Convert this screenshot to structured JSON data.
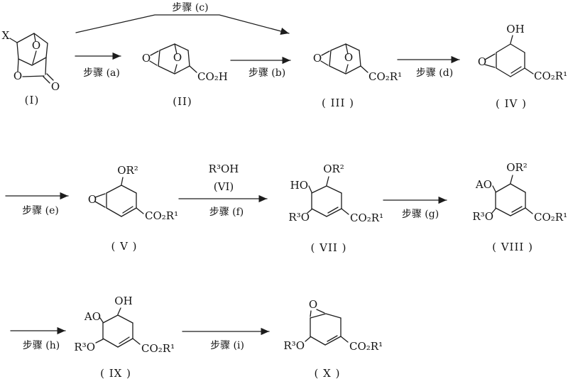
{
  "steps": {
    "a": "步骤 (a)",
    "b": "步骤 (b)",
    "c": "步骤 (c)",
    "d": "步骤 (d)",
    "e": "步骤 (e)",
    "f": "步骤 (f)",
    "g": "步骤 (g)",
    "h": "步骤 (h)",
    "i": "步骤 (i)"
  },
  "reagent": {
    "formula": "R³OH",
    "number": "(VI)"
  },
  "compounds": {
    "I": {
      "number": "(I)",
      "X": "X",
      "O_bridge": "O",
      "O_lactone": "O",
      "O_carbonyl": "O"
    },
    "II": {
      "number": "(II)",
      "O_epoxide": "O",
      "O_bridge": "O",
      "acid": "CO₂H"
    },
    "III": {
      "number": "( III )",
      "O_epoxide": "O",
      "O_bridge": "O",
      "ester": "CO₂R¹"
    },
    "IV": {
      "number": "( IV )",
      "hydroxyl": "OH",
      "O_epoxide": "O",
      "ester": "CO₂R¹"
    },
    "V": {
      "number": "( V )",
      "OR2": "OR²",
      "O_epoxide": "O",
      "ester": "CO₂R¹"
    },
    "VII": {
      "number": "( VII )",
      "OR2": "OR²",
      "HO": "HO",
      "R3O": "R³O",
      "ester": "CO₂R¹"
    },
    "VIII": {
      "number": "( VIII )",
      "OR2": "OR²",
      "AO": "AO",
      "R3O": "R³O",
      "ester": "CO₂R¹"
    },
    "IX": {
      "number": "( IX )",
      "hydroxyl": "OH",
      "AO": "AO",
      "R3O": "R³O",
      "ester": "CO₂R¹"
    },
    "X": {
      "number": "( X )",
      "O_epoxide": "O",
      "R3O": "R³O",
      "ester": "CO₂R¹"
    }
  }
}
